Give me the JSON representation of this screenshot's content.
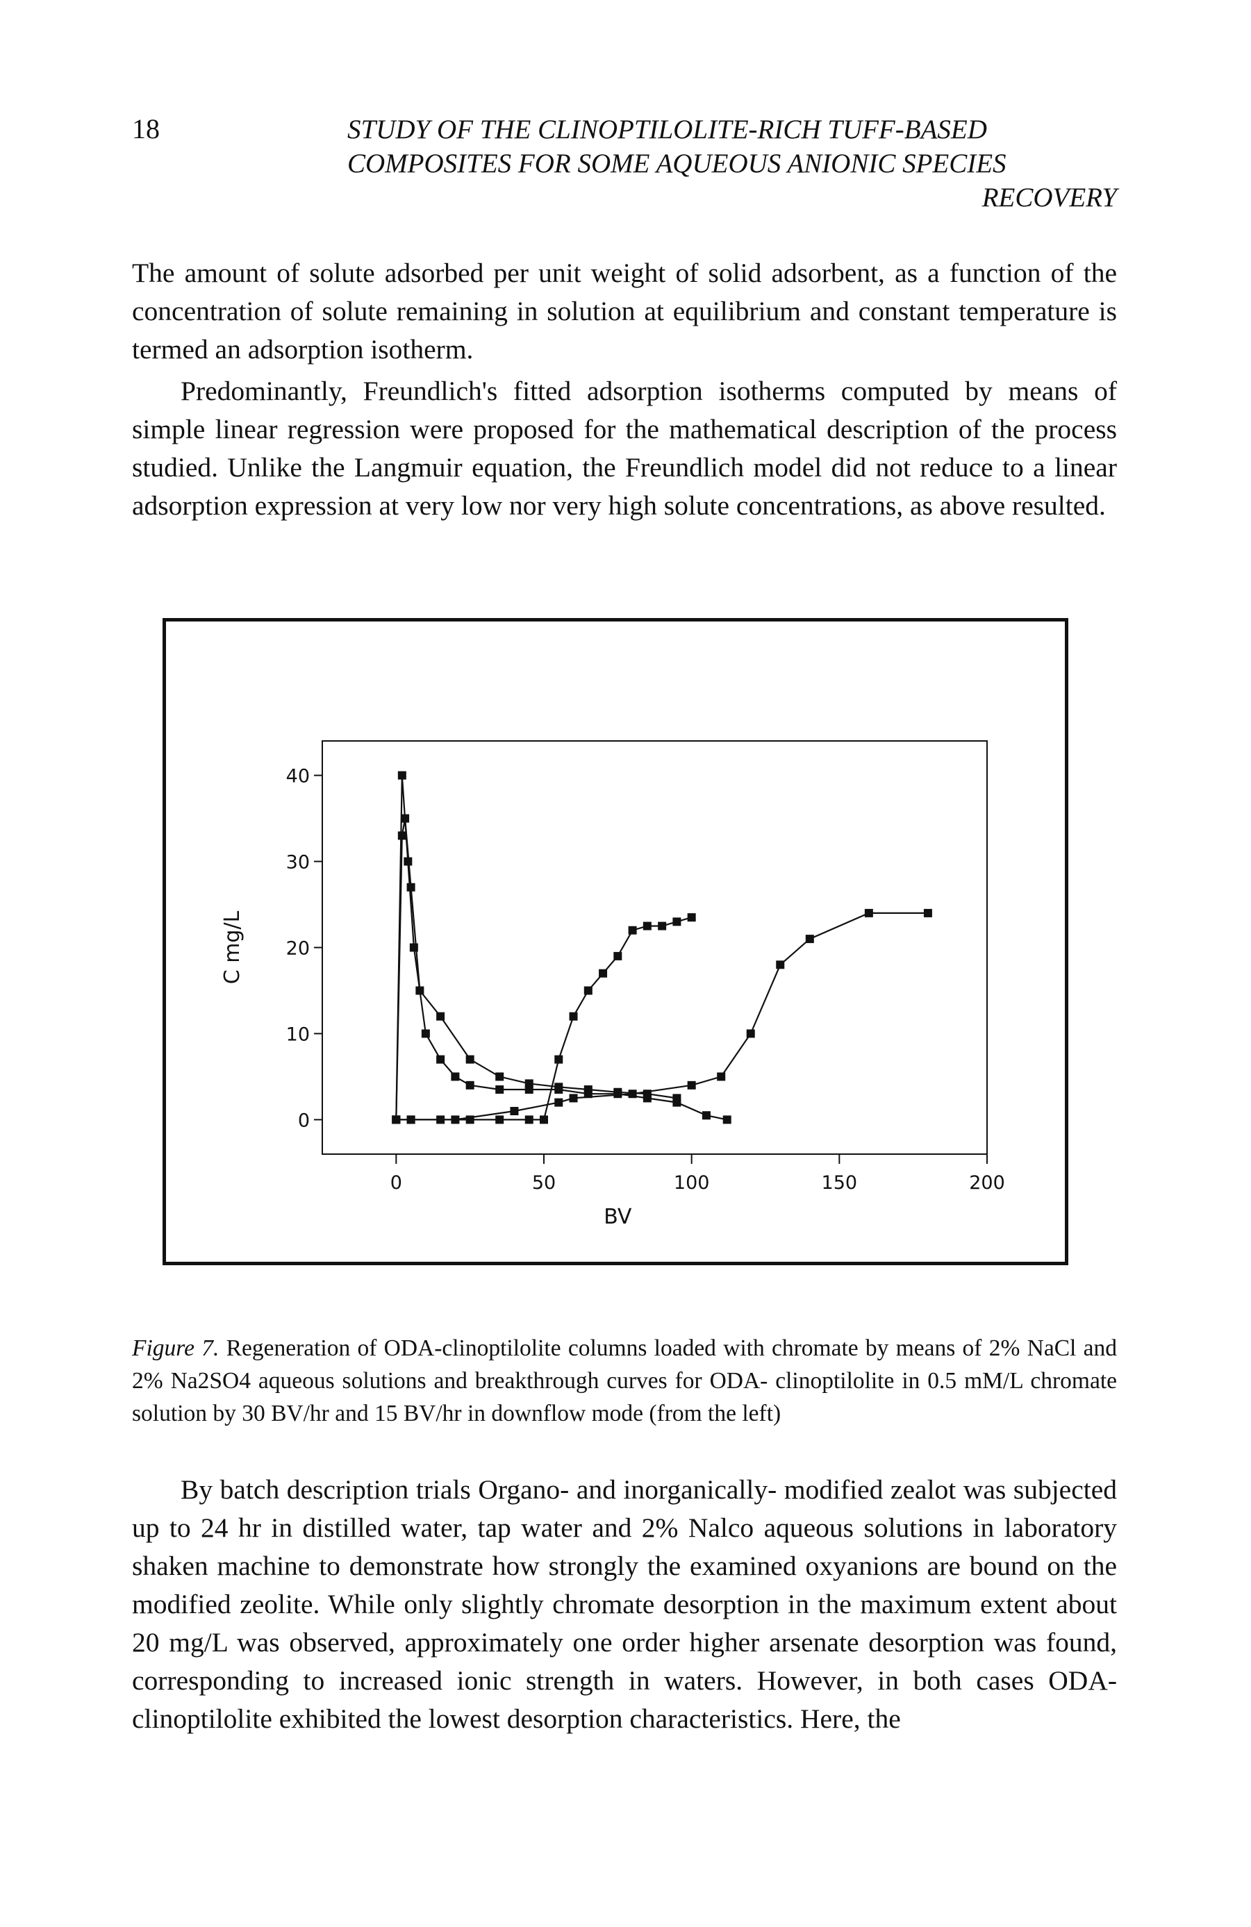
{
  "header": {
    "page_number": "18",
    "title_line1": "STUDY OF THE CLINOPTILOLITE-RICH TUFF-BASED",
    "title_line2": "COMPOSITES FOR SOME AQUEOUS ANIONIC SPECIES",
    "title_line3": "RECOVERY"
  },
  "paragraphs": {
    "p1": "The amount of solute adsorbed per unit weight of solid adsorbent, as a function of the concentration of solute remaining in solution at equilibrium and constant temperature is termed an adsorption isotherm.",
    "p2": "Predominantly, Freundlich's fitted adsorption isotherms computed by means of simple linear regression were proposed for the mathematical description of the process studied. Unlike the Langmuir equation, the Freundlich model did not reduce to a linear adsorption expression at very low nor very high solute concentrations, as above resulted.",
    "p3": "By batch description trials Organo- and inorganically- modified zealot was subjected up to 24 hr in distilled water, tap water and 2% Nalco aqueous solutions in laboratory shaken machine to demonstrate how strongly the examined oxyanions are bound on the modified zeolite. While only slightly chromate desorption in the maximum extent about 20 mg/L was observed, approximately one order higher arsenate desorption was found, corresponding to increased ionic strength in waters. However, in both cases ODA-clinoptilolite exhibited the lowest desorption characteristics. Here, the"
  },
  "caption": {
    "label": "Figure 7.",
    "text": " Regeneration of ODA-clinoptilolite columns loaded with chromate by means of 2% NaCl and 2% Na2SO4 aqueous solutions and breakthrough curves for ODA- clinoptilolite in 0.5 mM/L chromate solution by 30 BV/hr and 15 BV/hr in downflow mode (from the left)"
  },
  "chart_data": {
    "type": "line",
    "title": "",
    "xlabel": "BV",
    "ylabel": "C mg/L",
    "xlim": [
      -25,
      200
    ],
    "ylim": [
      -4,
      44
    ],
    "x_ticks": [
      0,
      50,
      100,
      150,
      200
    ],
    "y_ticks": [
      0,
      10,
      20,
      30,
      40
    ],
    "grid": false,
    "series": [
      {
        "x": [
          0,
          2,
          4,
          6,
          10,
          15,
          20,
          25,
          35,
          45,
          55,
          65,
          75,
          85,
          95,
          105,
          112
        ],
        "y": [
          0,
          40,
          30,
          20,
          10,
          7,
          5,
          4,
          3.5,
          3.5,
          3.5,
          3.0,
          3.0,
          2.5,
          2.0,
          0.5,
          0
        ]
      },
      {
        "x": [
          0,
          2,
          3,
          5,
          8,
          15,
          25,
          35,
          45,
          55,
          65,
          75,
          85,
          95
        ],
        "y": [
          0,
          33,
          35,
          27,
          15,
          12,
          7,
          5,
          4.2,
          3.8,
          3.5,
          3.2,
          3.0,
          2.5
        ]
      },
      {
        "x": [
          0,
          5,
          15,
          25,
          35,
          45,
          50,
          55,
          60,
          65,
          70,
          75,
          80,
          85,
          90,
          95,
          100
        ],
        "y": [
          0,
          0,
          0,
          0,
          0,
          0,
          0,
          7,
          12,
          15,
          17,
          19,
          22,
          22.5,
          22.5,
          23,
          23.5
        ]
      },
      {
        "x": [
          0,
          5,
          20,
          40,
          55,
          60,
          80,
          100,
          110,
          120,
          130,
          140,
          160,
          180
        ],
        "y": [
          0,
          0,
          0,
          1,
          2,
          2.5,
          3,
          4,
          5,
          10,
          18,
          21,
          24,
          24
        ]
      }
    ]
  }
}
